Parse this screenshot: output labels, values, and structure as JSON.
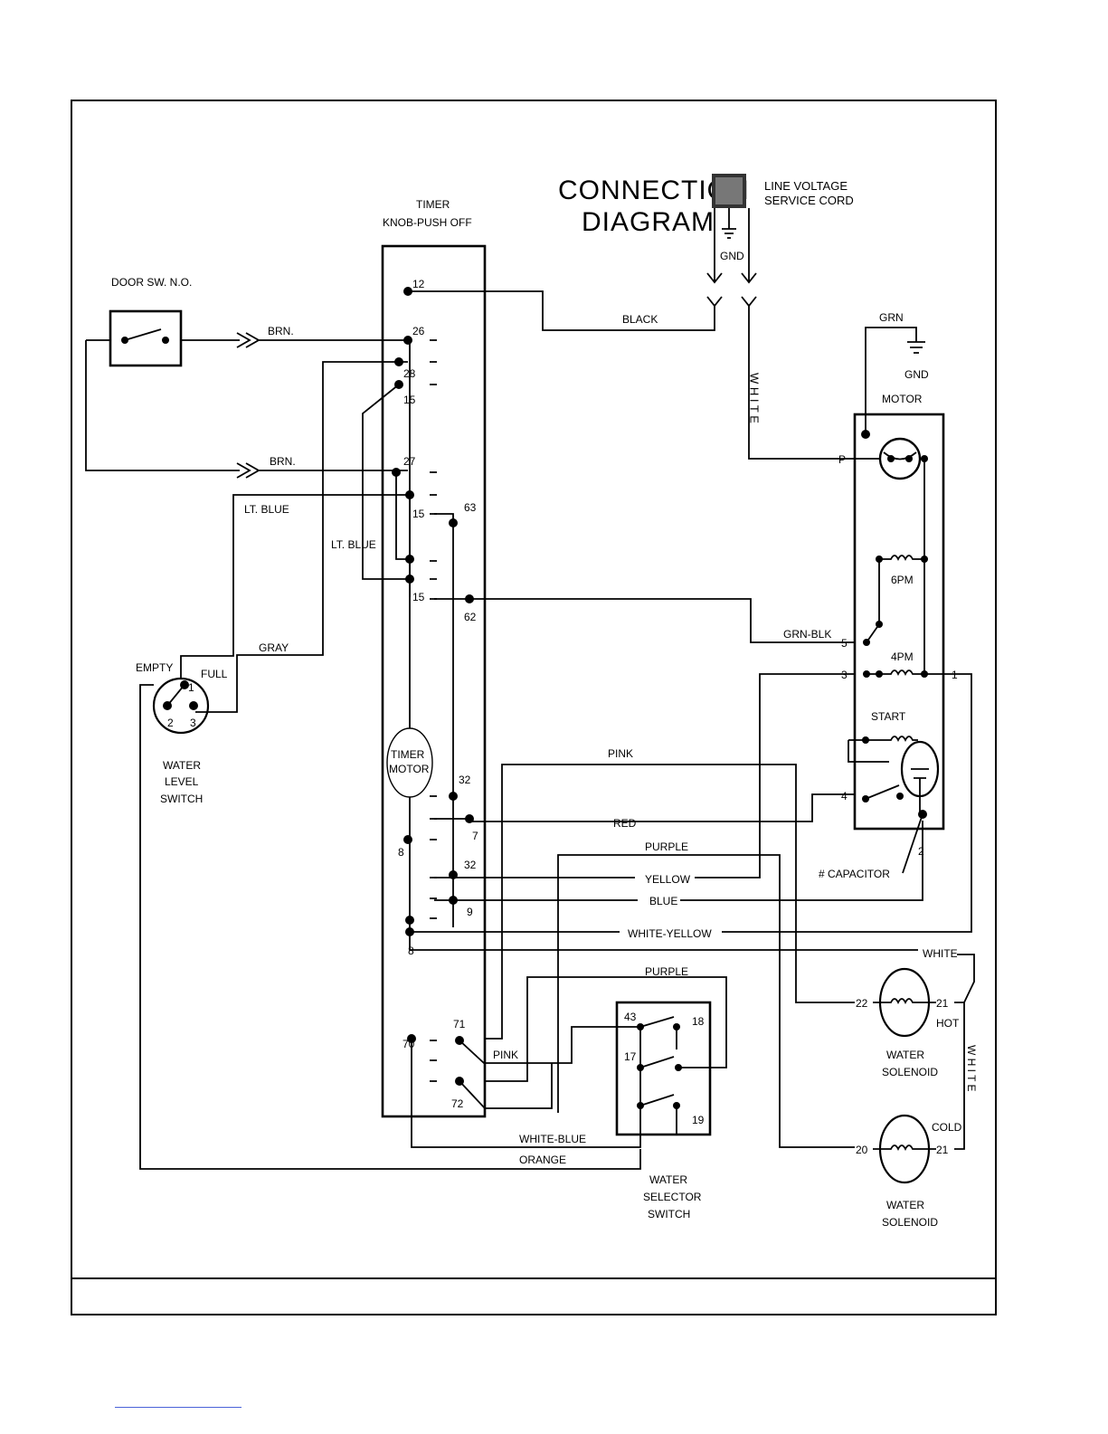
{
  "diagram": {
    "title_line1": "CONNECTION",
    "title_line2": "DIAGRAM",
    "cord_line1": "LINE VOLTAGE",
    "cord_line2": "SERVICE CORD",
    "cord_gnd": "GND",
    "timer_title1": "TIMER",
    "timer_title2": "KNOB-PUSH OFF",
    "door_switch": "DOOR SW. N.O.",
    "water_level": {
      "empty": "EMPTY",
      "full": "FULL",
      "t1": "1",
      "t2": "2",
      "t3": "3",
      "name1": "WATER",
      "name2": "LEVEL",
      "name3": "SWITCH"
    },
    "timer_motor1": "TIMER",
    "timer_motor2": "MOTOR",
    "motor": {
      "title": "MOTOR",
      "grn": "GRN",
      "gnd": "GND",
      "p": "P",
      "pm6": "6PM",
      "pm4": "4PM",
      "start": "START",
      "capacitor": "# CAPACITOR",
      "t5": "5",
      "t3": "3",
      "t1": "1",
      "t4": "4",
      "t2": "2"
    },
    "wires": {
      "brn1": "BRN.",
      "brn2": "BRN.",
      "black": "BLACK",
      "white_v": "W H I T E",
      "ltblue1": "LT. BLUE",
      "ltblue2": "LT. BLUE",
      "gray": "GRAY",
      "grnblk": "GRN-BLK",
      "pink": "PINK",
      "red": "RED",
      "purple1": "PURPLE",
      "yellow": "YELLOW",
      "blue": "BLUE",
      "whiteyellow": "WHITE-YELLOW",
      "white": "WHITE",
      "purple2": "PURPLE",
      "pink2": "PINK",
      "whiteblue": "WHITE-BLUE",
      "orange": "ORANGE",
      "white_v2": "W H I T E"
    },
    "terminals": {
      "t12": "12",
      "t26": "26",
      "t28": "28",
      "t15a": "15",
      "t27": "27",
      "t15b": "15",
      "t63": "63",
      "t15c": "15",
      "t62": "62",
      "t32a": "32",
      "t7": "7",
      "t8a": "8",
      "t32b": "32",
      "t9": "9",
      "t8b": "8",
      "t71": "71",
      "t70": "70",
      "t72": "72"
    },
    "selector": {
      "t43": "43",
      "t18": "18",
      "t17": "17",
      "t19": "19",
      "name1": "WATER",
      "name2": "SELECTOR",
      "name3": "SWITCH"
    },
    "hot_solenoid": {
      "t22": "22",
      "t21": "21",
      "hot": "HOT",
      "name1": "WATER",
      "name2": "SOLENOID"
    },
    "cold_solenoid": {
      "t20": "20",
      "t21": "21",
      "cold": "COLD",
      "name1": "WATER",
      "name2": "SOLENOID"
    }
  }
}
